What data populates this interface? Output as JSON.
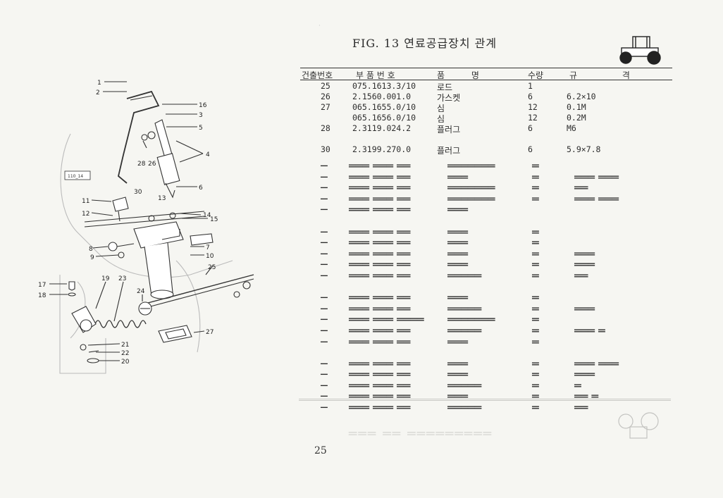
{
  "figure": {
    "title": "FIG. 13 연료공급장치 관계"
  },
  "table": {
    "headers": {
      "no": "건출번호",
      "part_no": "부 품 번 호",
      "name": "품 명",
      "qty": "수량",
      "spec": "규 격"
    },
    "rows": [
      {
        "no": "25",
        "part_no": "075.1613.3/10",
        "name": "로드",
        "qty": "1",
        "spec": ""
      },
      {
        "no": "26",
        "part_no": "2.1560.001.0",
        "name": "가스켓",
        "qty": "6",
        "spec": "6.2×10"
      },
      {
        "no": "27",
        "part_no": "065.1655.0/10",
        "name": "심",
        "qty": "12",
        "spec": "0.1M"
      },
      {
        "no": "",
        "part_no": "065.1656.0/10",
        "name": "심",
        "qty": "12",
        "spec": "0.2M"
      },
      {
        "no": "28",
        "part_no": "2.3119.024.2",
        "name": "플러그",
        "qty": "6",
        "spec": "M6"
      },
      {
        "no": "30",
        "part_no": "2.3199.270.0",
        "name": "플러그",
        "qty": "6",
        "spec": "5.9×7.8"
      }
    ]
  },
  "diagram": {
    "callouts": [
      "1",
      "2",
      "16",
      "3",
      "5",
      "4",
      "28",
      "26",
      "6",
      "30",
      "13",
      "11",
      "12",
      "14",
      "15",
      "8",
      "7",
      "9",
      "10",
      "25",
      "17",
      "18",
      "19",
      "23",
      "24",
      "27",
      "21",
      "22",
      "20"
    ],
    "tag": "110_14"
  },
  "page": {
    "number": "25"
  }
}
